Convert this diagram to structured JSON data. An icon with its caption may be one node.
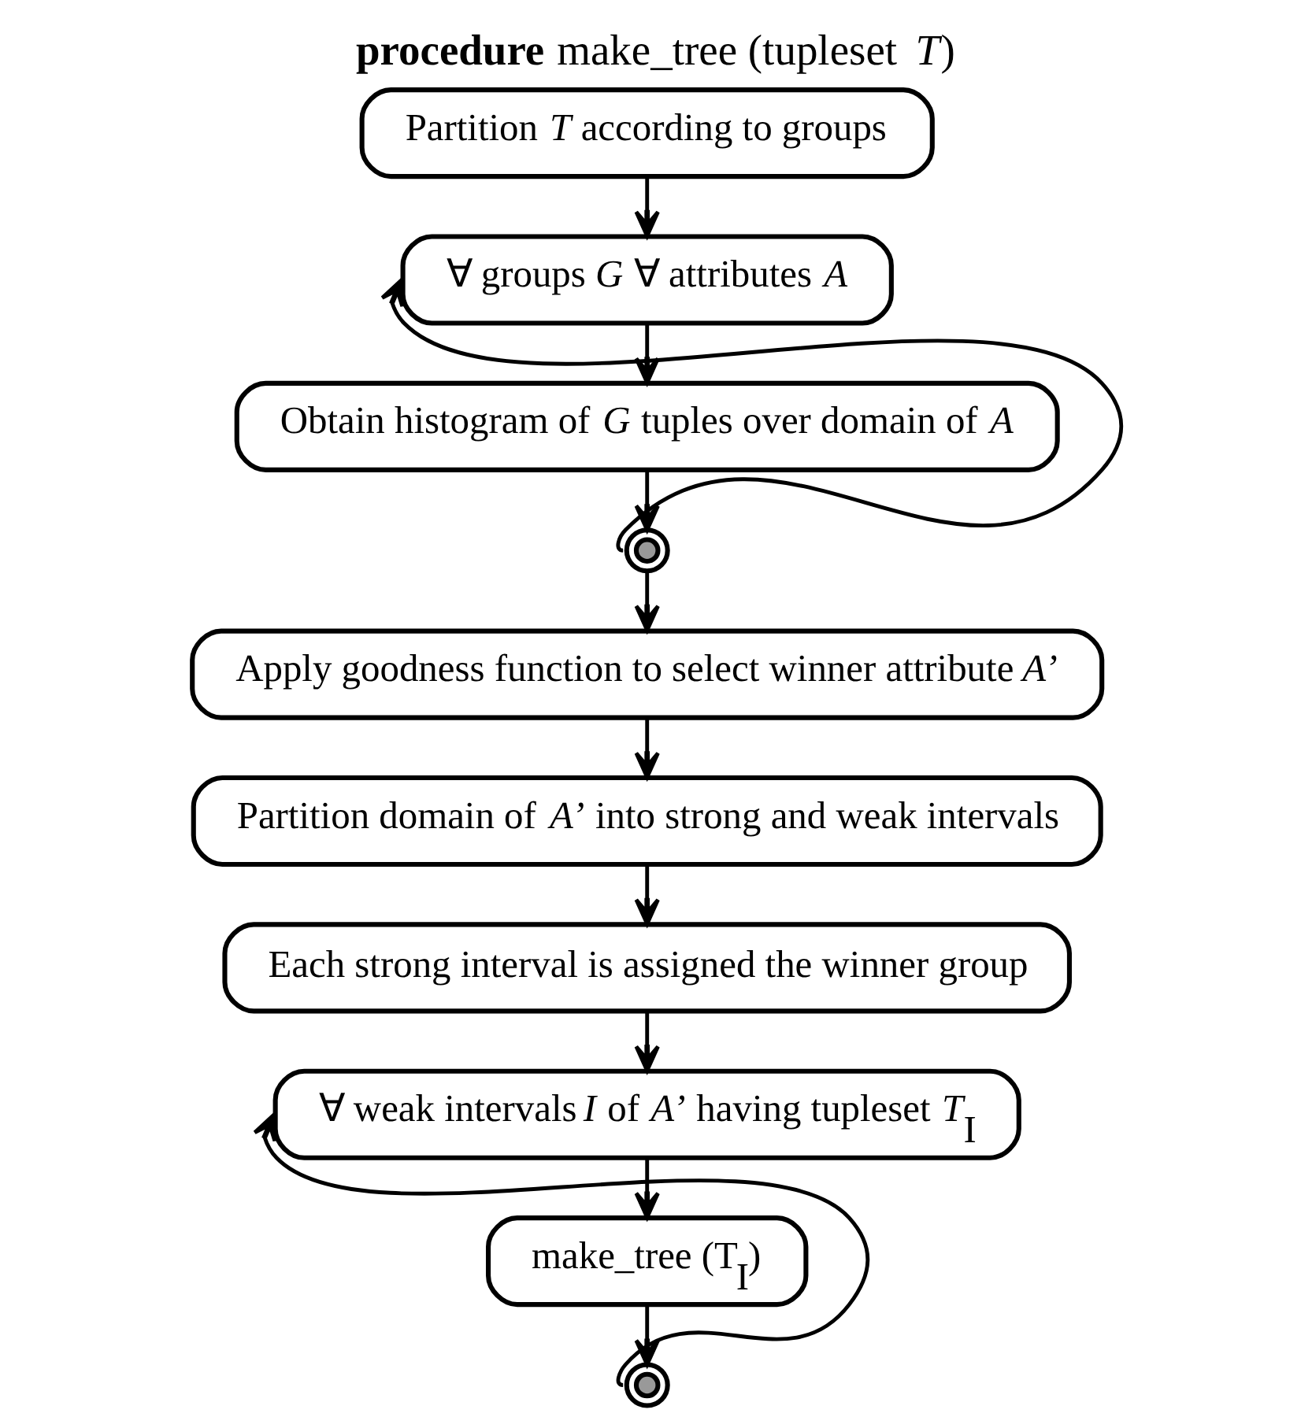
{
  "diagram": {
    "title": "**procedure** make_tree (tupleset *T*)",
    "nodes": [
      {
        "text": [
          "Partition *T* according to groups"
        ]
      },
      {
        "text": [
          "∀ groups *G* ∀ attributes *A*"
        ]
      },
      {
        "text": [
          "Obtain histogram of *G* tuples over domain of *A*"
        ]
      },
      {
        "text": [],
        "shape": "circle"
      },
      {
        "text": [
          "Apply goodness function to select winner attribute *A’*"
        ]
      },
      {
        "text": [
          "Partition domain of *A’* into strong and weak intervals"
        ]
      },
      {
        "text": [
          "Each strong interval is assigned the winner group"
        ]
      },
      {
        "text": [
          "∀ weak intervals *I* of *A’* having tupleset *T*$_{I}$"
        ]
      },
      {
        "text": [
          "make_tree (T$_{I}$)"
        ]
      },
      {
        "text": [],
        "shape": "circle"
      }
    ],
    "edges": [
      {
        "from": 0,
        "to": 1,
        "arrow": "to"
      },
      {
        "from": 1,
        "to": 2,
        "arrow": "to"
      },
      {
        "from": 2,
        "to": 3,
        "arrow": "to"
      },
      {
        "from": 3,
        "to": 1,
        "arrow": "to"
      },
      {
        "from": 3,
        "to": 4,
        "arrow": "to"
      },
      {
        "from": 4,
        "to": 5,
        "arrow": "to"
      },
      {
        "from": 5,
        "to": 6,
        "arrow": "to"
      },
      {
        "from": 6,
        "to": 7,
        "arrow": "to"
      },
      {
        "from": 7,
        "to": 8,
        "arrow": "to"
      },
      {
        "from": 8,
        "to": 9,
        "arrow": "to"
      },
      {
        "from": 9,
        "to": 7,
        "arrow": "to"
      }
    ]
  }
}
